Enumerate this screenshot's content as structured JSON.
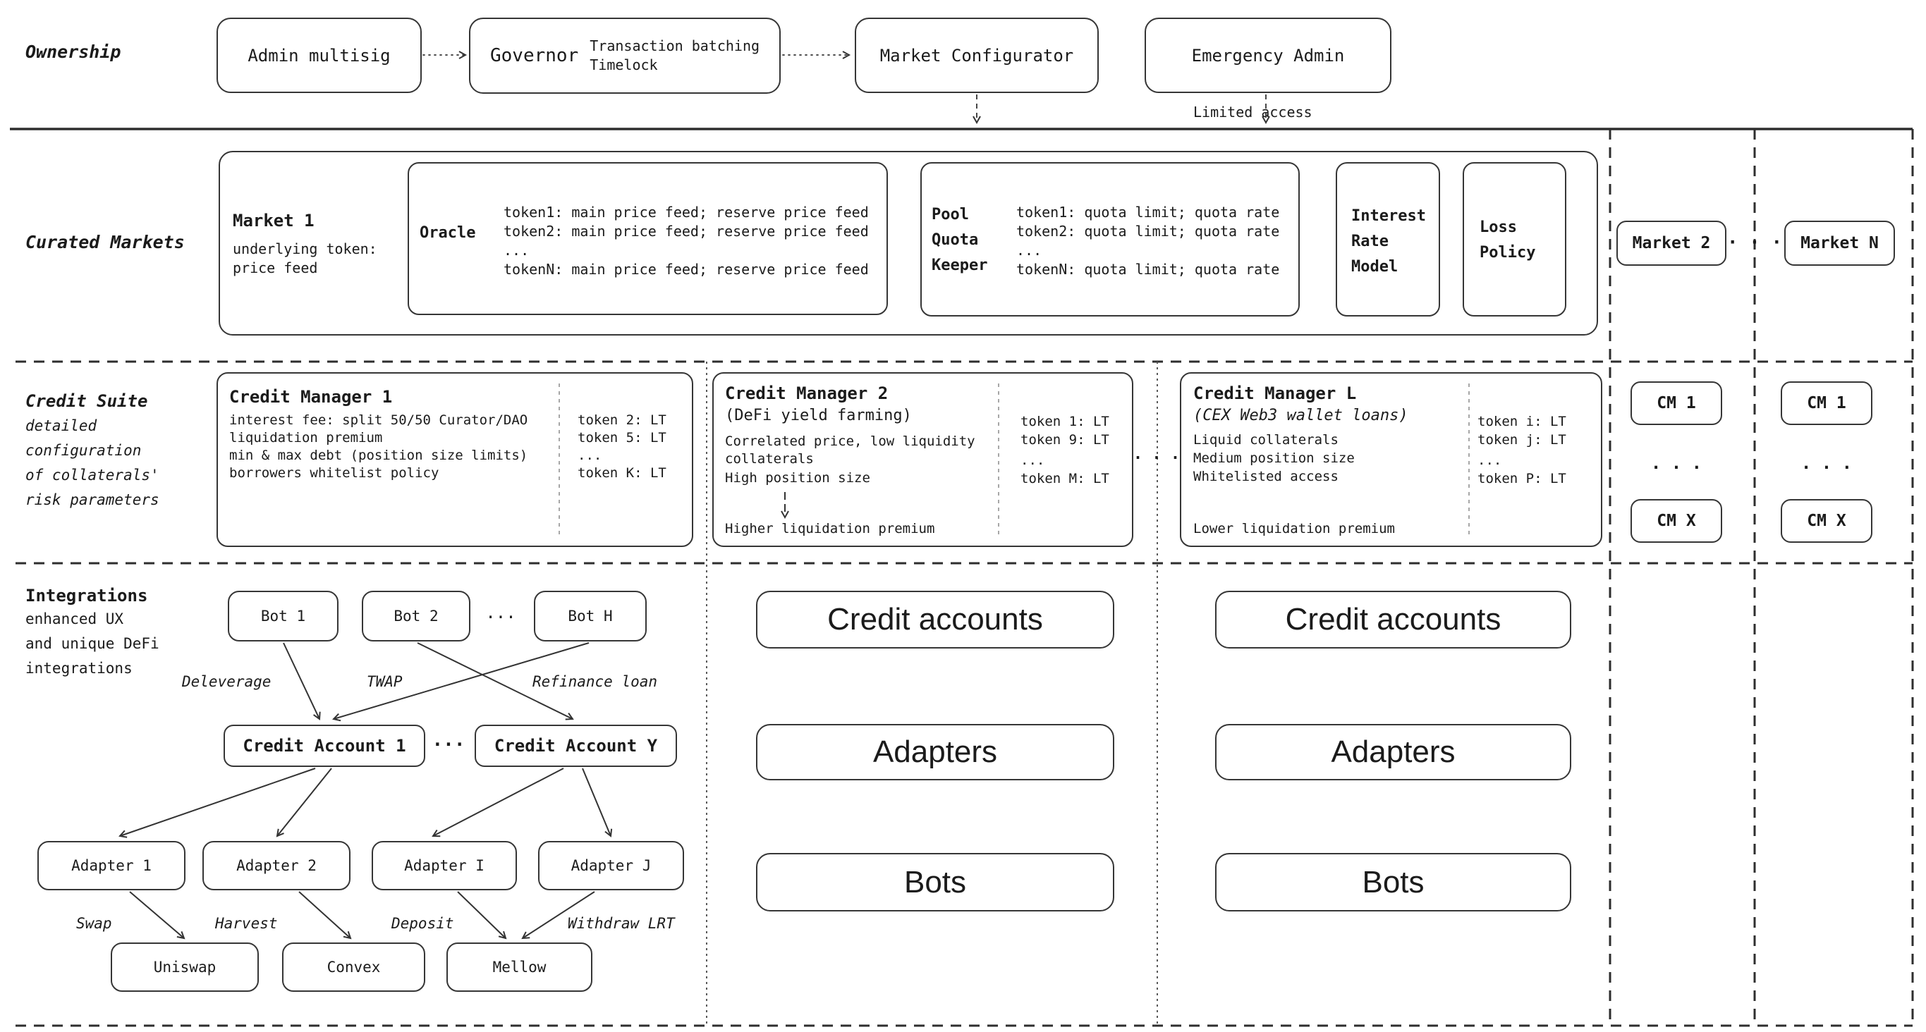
{
  "ownership": {
    "label": "Ownership",
    "admin": "Admin multisig",
    "governor": "Governor",
    "governor_notes": [
      "Transaction batching",
      "Timelock"
    ],
    "configurator": "Market Configurator",
    "emergency": "Emergency Admin",
    "limited": "Limited access"
  },
  "curated": {
    "label": "Curated Markets",
    "market1_title": "Market 1",
    "market1_sub": [
      "underlying token:",
      "price feed"
    ],
    "oracle_title": "Oracle",
    "oracle_lines": [
      "token1: main price feed; reserve price feed",
      "token2: main price feed; reserve price feed",
      "...",
      "tokenN: main price feed; reserve price feed"
    ],
    "pqk_title": [
      "Pool",
      "Quota",
      "Keeper"
    ],
    "pqk_lines": [
      "token1: quota limit; quota rate",
      "token2: quota limit; quota rate",
      "...",
      "tokenN: quota limit; quota rate"
    ],
    "irm_lines": [
      "Interest",
      "Rate",
      "Model"
    ],
    "loss_lines": [
      "Loss",
      "Policy"
    ],
    "market2": "Market 2",
    "dots": "· · ·",
    "marketN": "Market N"
  },
  "suite": {
    "label": "Credit Suite",
    "sublabel": [
      "detailed",
      "configuration",
      "of collaterals'",
      "risk parameters"
    ],
    "dots": "· · ·",
    "cm1": {
      "title": "Credit Manager 1",
      "lines": [
        "interest fee: split 50/50 Curator/DAO",
        "liquidation premium",
        "min & max debt (position size limits)",
        "borrowers whitelist policy"
      ],
      "tokens": [
        "token 2: LT",
        "token 5: LT",
        "...",
        "token K: LT"
      ]
    },
    "cm2": {
      "title": "Credit Manager 2",
      "subtitle": "(DeFi yield farming)",
      "lines": [
        "Correlated price, low liquidity",
        "collaterals",
        "High position size"
      ],
      "note": "Higher liquidation premium",
      "tokens": [
        "token 1: LT",
        "token 9: LT",
        "...",
        "token M: LT"
      ]
    },
    "cml": {
      "title": "Credit Manager L",
      "subtitle": "(CEX Web3 wallet loans)",
      "lines": [
        "Liquid collaterals",
        "Medium position size",
        "Whitelisted access"
      ],
      "note": "Lower liquidation premium",
      "tokens": [
        "token i: LT",
        "token j: LT",
        "...",
        "token P: LT"
      ]
    },
    "cols": [
      {
        "top": "CM 1",
        "dots": "· · ·",
        "bottom": "CM X"
      },
      {
        "top": "CM 1",
        "dots": "· · ·",
        "bottom": "CM X"
      }
    ]
  },
  "integrations": {
    "label": "Integrations",
    "sublabel": [
      "enhanced UX",
      "and unique DeFi",
      "integrations"
    ],
    "bots": [
      "Bot 1",
      "Bot 2",
      "Bot H"
    ],
    "bot_dots": "...",
    "arrow_labels": {
      "deleverage": "Deleverage",
      "twap": "TWAP",
      "refinance": "Refinance loan"
    },
    "ca1": "Credit Account 1",
    "ca_dots": "...",
    "cay": "Credit Account Y",
    "adapters": [
      "Adapter 1",
      "Adapter 2",
      "Adapter I",
      "Adapter J"
    ],
    "actions": [
      "Swap",
      "Harvest",
      "Deposit",
      "Withdraw LRT"
    ],
    "protocols": [
      "Uniswap",
      "Convex",
      "Mellow"
    ],
    "cols": [
      {
        "accounts": "Credit accounts",
        "adapters": "Adapters",
        "bots": "Bots"
      },
      {
        "accounts": "Credit accounts",
        "adapters": "Adapters",
        "bots": "Bots"
      }
    ]
  }
}
